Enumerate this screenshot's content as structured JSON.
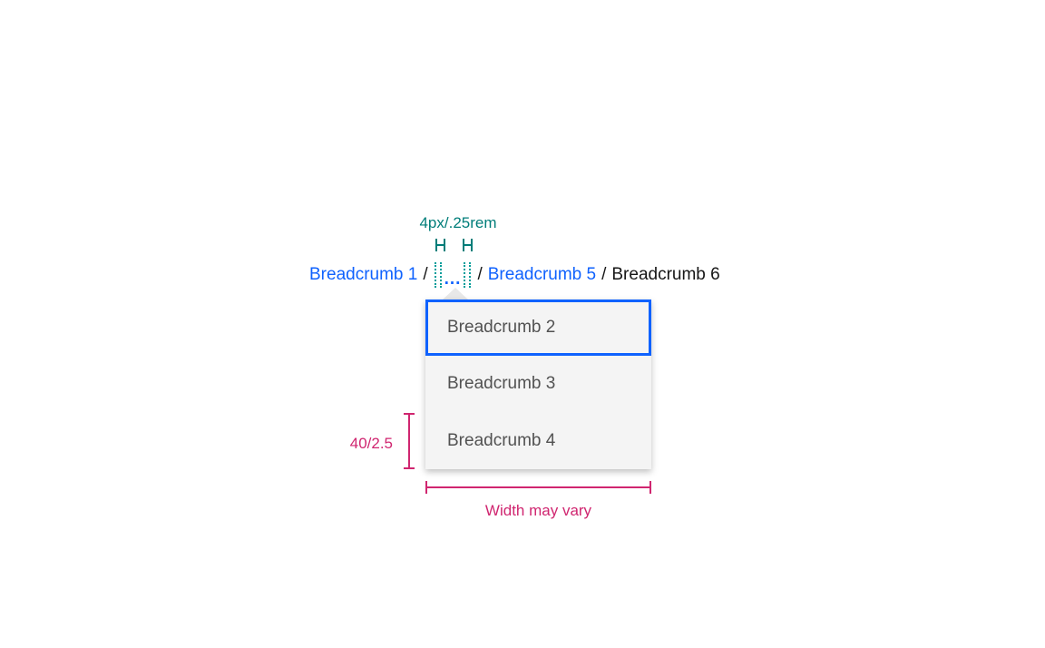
{
  "annotations": {
    "spacing_label": "4px/.25rem",
    "item_height_label": "40/2.5",
    "width_label": "Width may vary"
  },
  "breadcrumb": {
    "separator": "/",
    "overflow_label": "...",
    "items": [
      {
        "label": "Breadcrumb 1",
        "type": "link"
      },
      {
        "label": "Breadcrumb 5",
        "type": "link"
      },
      {
        "label": "Breadcrumb 6",
        "type": "current"
      }
    ]
  },
  "overflow_menu": {
    "items": [
      {
        "label": "Breadcrumb 2",
        "focused": true
      },
      {
        "label": "Breadcrumb 3",
        "focused": false
      },
      {
        "label": "Breadcrumb 4",
        "focused": false
      }
    ]
  },
  "colors": {
    "link_blue": "#0f62fe",
    "focus_blue": "#0f62fe",
    "annotation_teal": "#007d79",
    "annotation_magenta": "#d02670",
    "current_text": "#161616",
    "menu_text": "#525252",
    "menu_background": "#f4f4f4",
    "caret_gray": "#e8e8e8"
  }
}
